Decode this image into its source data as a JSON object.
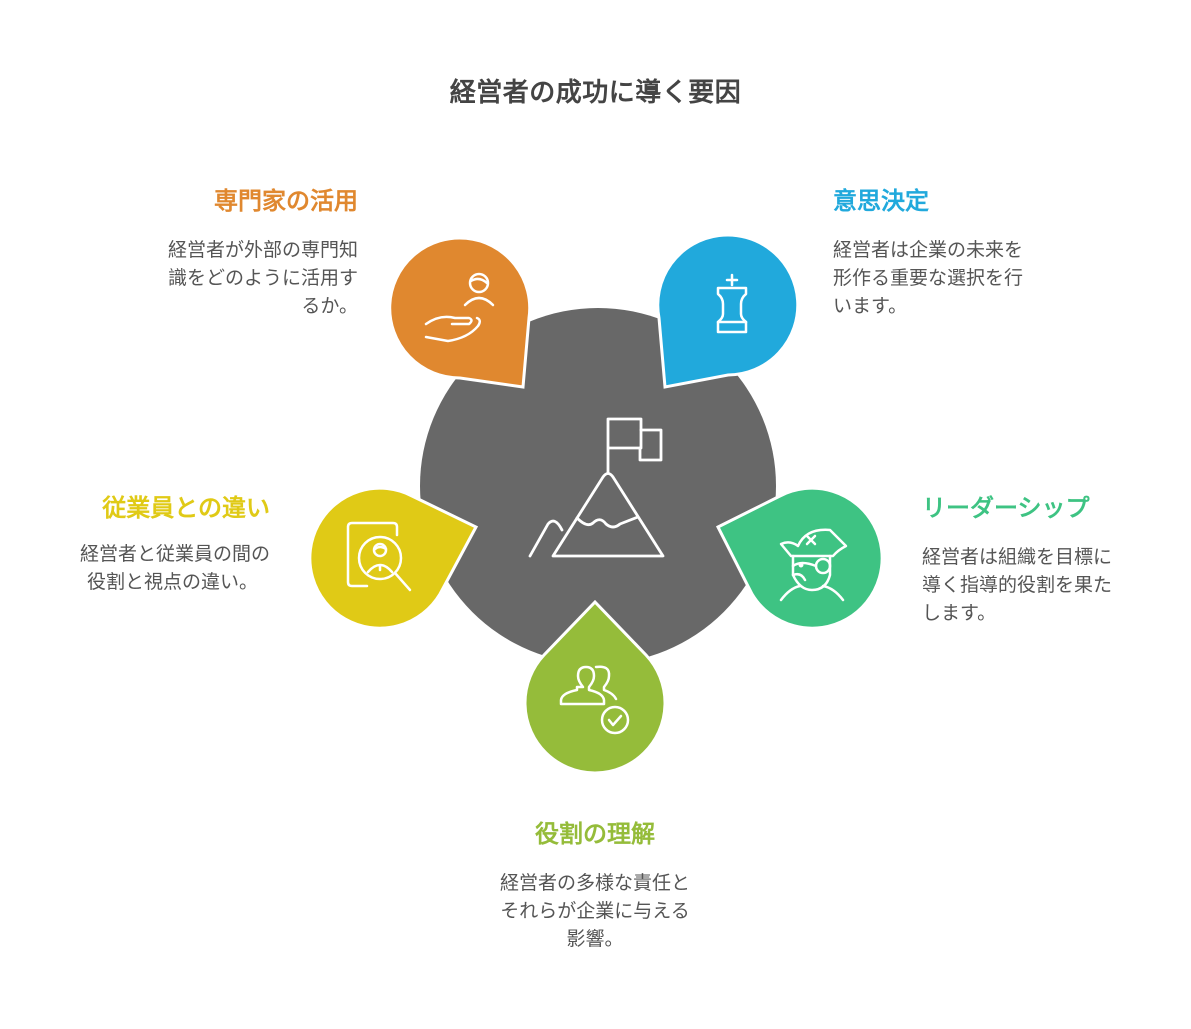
{
  "title": "経営者の成功に導く要因",
  "center": {
    "icon": "mountain-flag-icon",
    "color": "#686868"
  },
  "factors": [
    {
      "id": "expert",
      "heading": "専門家の活用",
      "description_lines": [
        "経営者が外部の専門知",
        "識をどのように活用す",
        "るか。"
      ],
      "color": "#E0882F",
      "icon": "hand-person-icon"
    },
    {
      "id": "decision",
      "heading": "意思決定",
      "description_lines": [
        "経営者は企業の未来を",
        "形作る重要な選択を行",
        "います。"
      ],
      "color": "#21A9DC",
      "icon": "chess-king-icon"
    },
    {
      "id": "employee",
      "heading": "従業員との違い",
      "description_lines": [
        "経営者と従業員の間の",
        "役割と視点の違い。"
      ],
      "color": "#E0CA16",
      "icon": "person-search-icon"
    },
    {
      "id": "leadership",
      "heading": "リーダーシップ",
      "description_lines": [
        "経営者は組織を目標に",
        "導く指導的役割を果た",
        "します。"
      ],
      "color": "#3EC383",
      "icon": "pirate-captain-icon"
    },
    {
      "id": "role",
      "heading": "役割の理解",
      "description_lines": [
        "経営者の多様な責任と",
        "それらが企業に与える",
        "影響。"
      ],
      "color": "#95BC3A",
      "icon": "users-check-icon"
    }
  ]
}
